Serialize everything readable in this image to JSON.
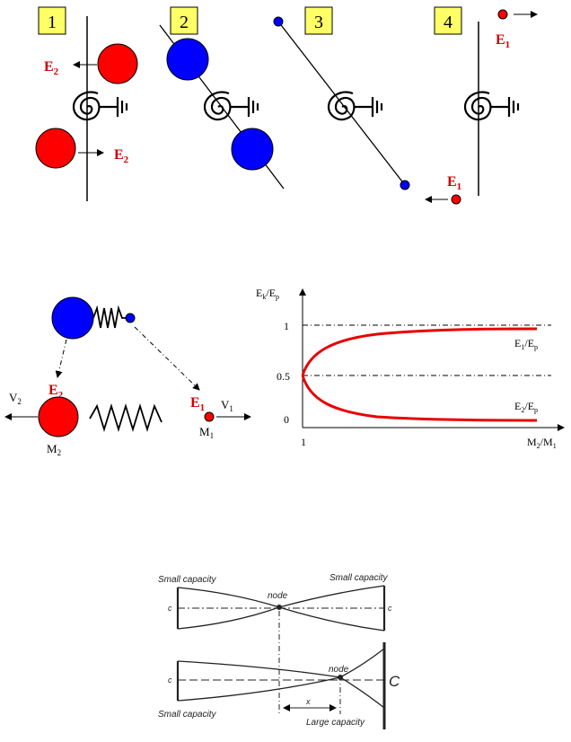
{
  "top": {
    "panels": [
      {
        "num": "1"
      },
      {
        "num": "2"
      },
      {
        "num": "3"
      },
      {
        "num": "4"
      }
    ],
    "p1": {
      "e2_upper": {
        "sym": "E",
        "sub": "2"
      },
      "e2_lower": {
        "sym": "E",
        "sub": "2"
      }
    },
    "p4": {
      "e1_upper": {
        "sym": "E",
        "sub": "1"
      },
      "e1_lower": {
        "sym": "E",
        "sub": "1"
      }
    }
  },
  "middle": {
    "e2": {
      "sym": "E",
      "sub": "2"
    },
    "e1": {
      "sym": "E",
      "sub": "1"
    },
    "v2": {
      "sym": "V",
      "sub": "2"
    },
    "v1": {
      "sym": "V",
      "sub": "1"
    },
    "m2": {
      "sym": "M",
      "sub": "2"
    },
    "m1": {
      "sym": "M",
      "sub": "1"
    }
  },
  "chart_data": {
    "type": "line",
    "ylabel": {
      "sym": "E",
      "sub": "k",
      "sep": "/",
      "sym2": "E",
      "sub2": "p"
    },
    "xlabel": {
      "sym": "M",
      "sub": "2",
      "sep": "/",
      "sym2": "M",
      "sub2": "1"
    },
    "y_ticks": [
      "1",
      "0.5",
      "0"
    ],
    "x_ticks": [
      "1"
    ],
    "series": [
      {
        "name": {
          "sym": "E",
          "sub": "1",
          "sep": "/",
          "sym2": "E",
          "sub2": "p"
        },
        "x": [
          1,
          2,
          5,
          10,
          20
        ],
        "y": [
          0.5,
          0.78,
          0.9,
          0.94,
          0.96
        ]
      },
      {
        "name": {
          "sym": "E",
          "sub": "2",
          "sep": "/",
          "sym2": "E",
          "sub2": "p"
        },
        "x": [
          1,
          2,
          5,
          10,
          20
        ],
        "y": [
          0.5,
          0.22,
          0.1,
          0.06,
          0.04
        ]
      }
    ],
    "gridlines": [
      1,
      0.5
    ],
    "colors": {
      "curve": "#e80000"
    }
  },
  "bottom": {
    "small_tl": "Small capacity",
    "small_tr": "Small capacity",
    "node_top": "node",
    "c_top_left": "c",
    "c_top_right": "c",
    "c_bot_left": "c",
    "c_bot_right": "C",
    "node_bot": "node",
    "small_bl": "Small capacity",
    "large": "Large capacity",
    "x_mark": "x"
  },
  "colors": {
    "red": "#ff0000",
    "blue": "#0000ff",
    "box": "#ffff66",
    "label_red": "#cc0000"
  }
}
